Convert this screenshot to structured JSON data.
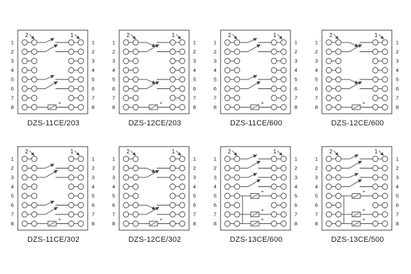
{
  "shared": {
    "left_marker": "2",
    "right_marker": "1",
    "terminal_numbers": [
      "1",
      "2",
      "3",
      "4",
      "5",
      "6",
      "7",
      "8"
    ],
    "polarity_mark": "+",
    "line_color": "#444444",
    "text_color": "#111111"
  },
  "panels": [
    {
      "label": "DZS-11CE/203",
      "contact_style": "no",
      "contacts": [
        [
          1,
          2
        ],
        [
          5,
          6
        ]
      ],
      "coils": [
        8
      ]
    },
    {
      "label": "DZS-12CE/203",
      "contact_style": "nc",
      "contacts": [
        [
          1,
          2
        ],
        [
          5,
          6
        ]
      ],
      "coils": [
        8
      ]
    },
    {
      "label": "DZS-11CE/600",
      "contact_style": "no",
      "contacts": [
        [
          1,
          2
        ],
        [
          5,
          6
        ]
      ],
      "coils": [
        8
      ]
    },
    {
      "label": "DZS-12CE/600",
      "contact_style": "nc",
      "contacts": [
        [
          1,
          2
        ],
        [
          5,
          6
        ]
      ],
      "coils": [
        8
      ]
    },
    {
      "label": "DZS-11CE/302",
      "contact_style": "no",
      "contacts": [
        [
          2,
          3
        ],
        [
          6,
          7
        ]
      ],
      "coils": [
        8
      ]
    },
    {
      "label": "DZS-12CE/302",
      "contact_style": "nc",
      "contacts": [
        [
          2,
          3
        ],
        [
          6,
          7
        ]
      ],
      "coils": [
        8
      ]
    },
    {
      "label": "DZS-13CE/600",
      "contact_style": "no",
      "contacts": [
        [
          1,
          2
        ],
        [
          3,
          4
        ]
      ],
      "coils": [
        5,
        7,
        8
      ]
    },
    {
      "label": "DZS-13CE/500",
      "contact_style": "no",
      "contacts": [
        [
          1,
          2
        ],
        [
          3,
          4
        ]
      ],
      "coils": [
        5,
        7,
        8
      ]
    }
  ]
}
